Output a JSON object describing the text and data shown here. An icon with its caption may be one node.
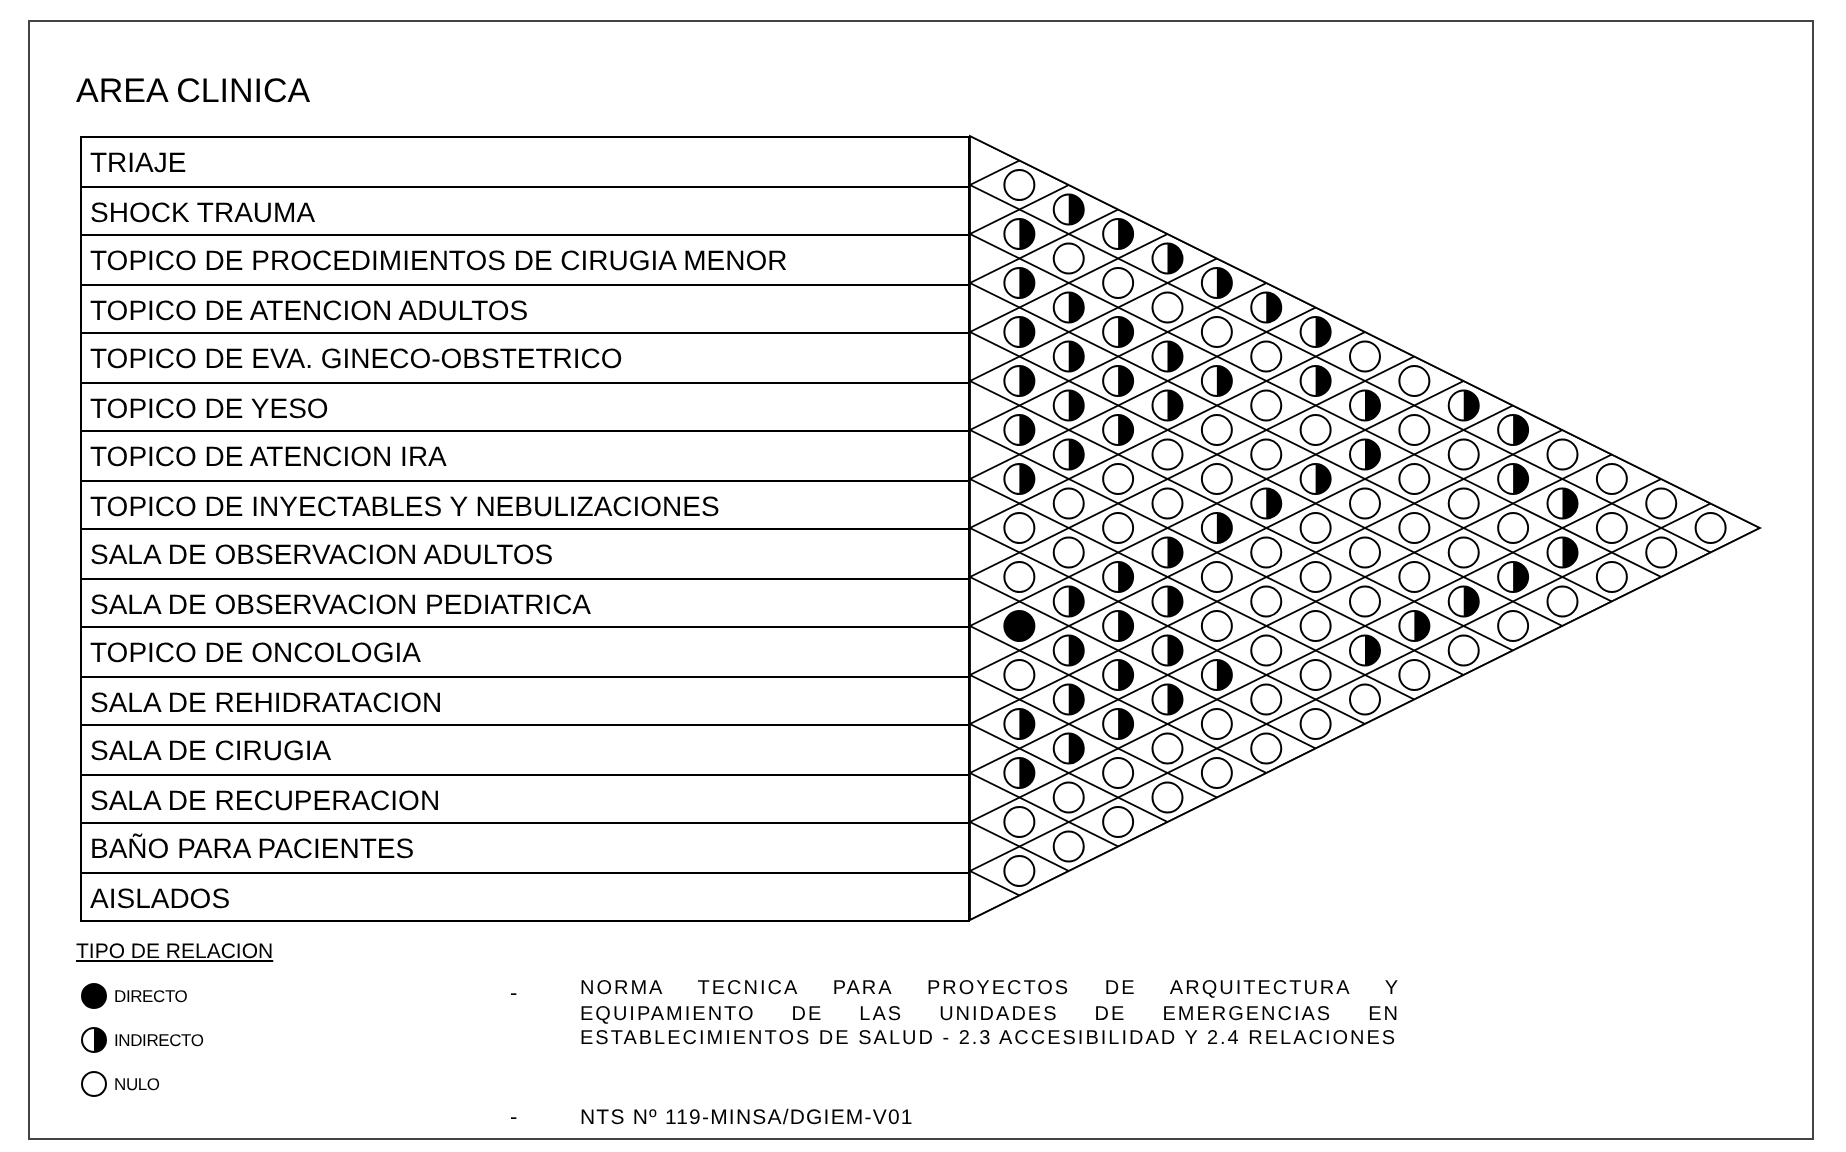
{
  "diagram": {
    "title": "AREA CLINICA",
    "nodes": [
      {
        "text": [
          "TRIAJE"
        ]
      },
      {
        "text": [
          "SHOCK TRAUMA"
        ]
      },
      {
        "text": [
          "TOPICO DE PROCEDIMIENTOS DE CIRUGIA MENOR"
        ]
      },
      {
        "text": [
          "TOPICO DE ATENCION ADULTOS"
        ]
      },
      {
        "text": [
          "TOPICO DE EVA. GINECO-OBSTETRICO"
        ]
      },
      {
        "text": [
          "TOPICO DE YESO"
        ]
      },
      {
        "text": [
          "TOPICO DE ATENCION IRA"
        ]
      },
      {
        "text": [
          "TOPICO DE INYECTABLES Y NEBULIZACIONES"
        ]
      },
      {
        "text": [
          "SALA DE OBSERVACION ADULTOS"
        ]
      },
      {
        "text": [
          "SALA DE OBSERVACION PEDIATRICA"
        ]
      },
      {
        "text": [
          "TOPICO DE ONCOLOGIA"
        ]
      },
      {
        "text": [
          "SALA DE REHIDRATACION"
        ]
      },
      {
        "text": [
          "SALA DE CIRUGIA"
        ]
      },
      {
        "text": [
          "SALA DE RECUPERACION"
        ]
      },
      {
        "text": [
          "BAÑO PARA PACIENTES"
        ]
      },
      {
        "text": [
          "AISLADOS"
        ]
      }
    ],
    "labels": [
      "TIPO DE RELACION",
      "-",
      "NORMA TECNICA PARA PROYECTOS DE ARQUITECTURA Y EQUIPAMIENTO DE LAS UNIDADES DE EMERGENCIAS EN ESTABLECIMIENTOS DE SALUD - 2.3 ACCESIBILIDAD Y 2.4 RELACIONES",
      "-",
      "NTS Nº 119-MINSA/DGIEM-V01"
    ],
    "legend": [
      {
        "text": "DIRECTO"
      },
      {
        "text": "INDIRECTO"
      },
      {
        "text": "NULO"
      }
    ]
  }
}
